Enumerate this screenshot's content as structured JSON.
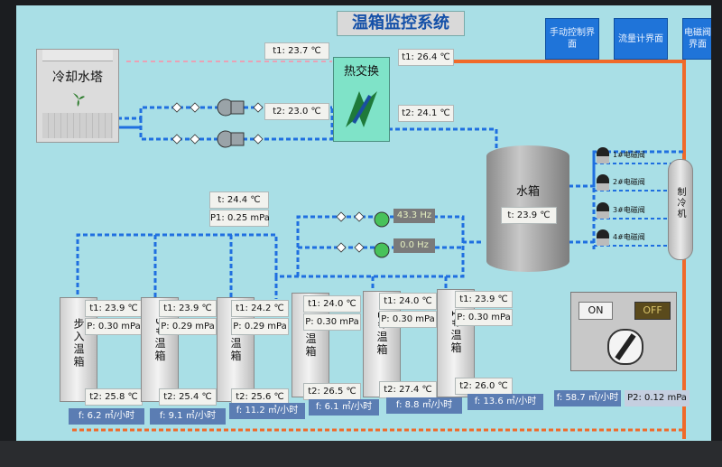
{
  "title": "温箱监控系统",
  "nav": {
    "manual": "手动控制界面",
    "flowmeter": "流量计界面",
    "solenoid": "电磁阀界面"
  },
  "cooling_tower": {
    "label": "冷却水塔"
  },
  "heat_exchanger": {
    "label": "热交换",
    "t1": "t1: 23.7 ℃",
    "t2": "t2: 23.0 ℃"
  },
  "hx_out": {
    "t1": "t1: 26.4 ℃",
    "t2": "t2: 24.1 ℃"
  },
  "tank": {
    "label": "水箱",
    "temp": "t: 23.9 ℃"
  },
  "supply": {
    "temp": "t: 24.4 ℃",
    "pressure": "P1: 0.25 mPa"
  },
  "pumps": [
    {
      "hz": "43.3 Hz"
    },
    {
      "hz": "0.0 Hz"
    }
  ],
  "solenoids": [
    "1#电磁阀",
    "2#电磁阀",
    "3#电磁阀",
    "4#电磁阀"
  ],
  "chiller": {
    "label": "制冷机"
  },
  "chambers": [
    {
      "name": "步入温箱",
      "t1": "t1: 23.9 ℃",
      "p": "P: 0.30 mPa",
      "t2": "t2: 25.8 ℃",
      "flow": "f: 6.2 ㎥/小时"
    },
    {
      "name": "5#温箱",
      "t1": "t1: 23.9 ℃",
      "p": "P: 0.29 mPa",
      "t2": "t2: 25.4 ℃",
      "flow": "f: 9.1 ㎥/小时"
    },
    {
      "name": "4#温箱",
      "t1": "t1: 24.2 ℃",
      "p": "P: 0.29 mPa",
      "t2": "t2: 25.6 ℃",
      "flow": "f: 11.2 ㎥/小时"
    },
    {
      "name": "3#温箱",
      "t1": "t1: 24.0 ℃",
      "p": "P: 0.30 mPa",
      "t2": "t2: 26.5 ℃",
      "flow": "f: 6.1 ㎥/小时"
    },
    {
      "name": "2#温箱",
      "t1": "t1: 24.0 ℃",
      "p": "P: 0.30 mPa",
      "t2": "t2: 27.4 ℃",
      "flow": "f: 8.8 ㎥/小时"
    },
    {
      "name": "1#温箱",
      "t1": "t1: 23.9 ℃",
      "p": "P: 0.30 mPa",
      "t2": "t2: 26.0 ℃",
      "flow": "f: 13.6 ㎥/小时"
    }
  ],
  "total": {
    "flow": "f: 58.7 ㎥/小时",
    "pressure": "P2: 0.12 mPa"
  },
  "control": {
    "on": "ON",
    "off": "OFF"
  },
  "colors": {
    "screen": "#a9dfe6",
    "supply_pipe": "#1f6fe0",
    "return_pipe": "#f06a2a",
    "nav": "#1f74d9"
  }
}
